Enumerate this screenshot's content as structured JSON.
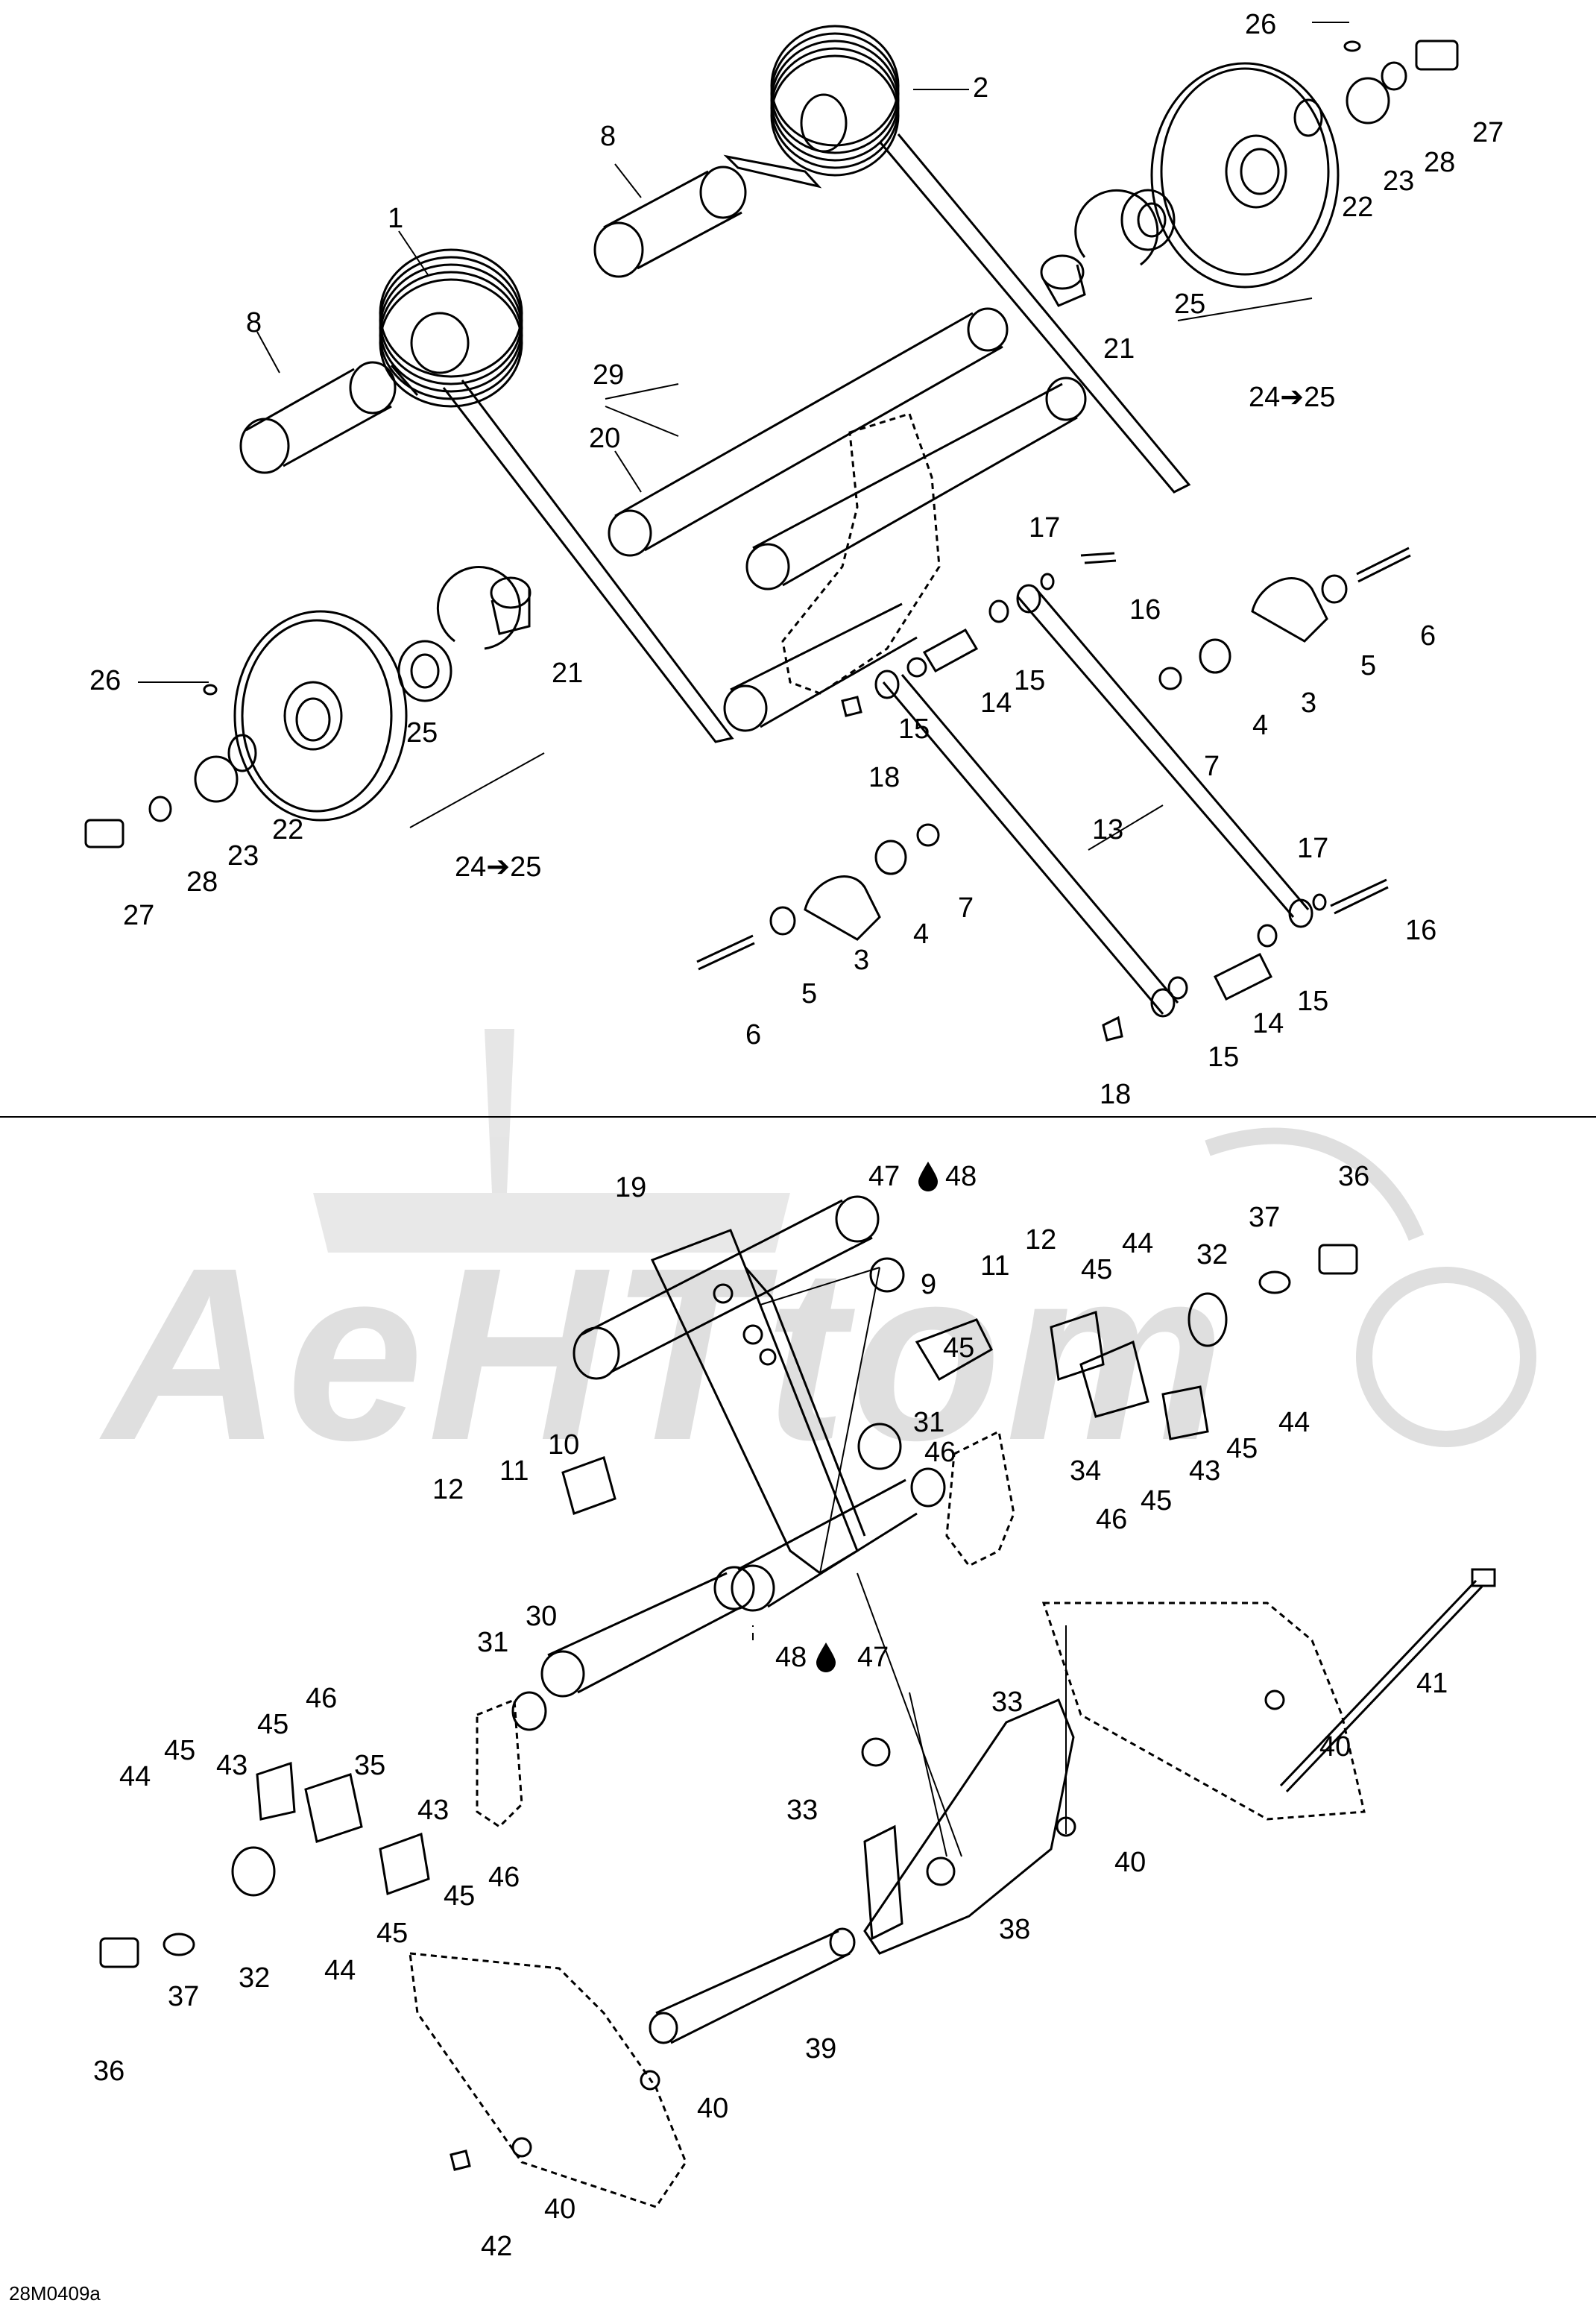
{
  "diagram": {
    "drawing_code": "28M0409a",
    "watermark_text": "AeHTtom",
    "callouts": {
      "n1": "1",
      "n2": "2",
      "n3": "3",
      "n4": "4",
      "n5": "5",
      "n6": "6",
      "n7": "7",
      "n8": "8",
      "n9": "9",
      "n10": "10",
      "n11": "11",
      "n12": "12",
      "n13": "13",
      "n14": "14",
      "n15": "15",
      "n16": "16",
      "n17": "17",
      "n18": "18",
      "n19": "19",
      "n20": "20",
      "n21": "21",
      "n22": "22",
      "n23": "23",
      "n24_25": "24➔25",
      "n25": "25",
      "n26": "26",
      "n27": "27",
      "n28": "28",
      "n29": "29",
      "n30": "30",
      "n31": "31",
      "n32": "32",
      "n33": "33",
      "n34": "34",
      "n35": "35",
      "n36": "36",
      "n37": "37",
      "n38": "38",
      "n39": "39",
      "n40": "40",
      "n41": "41",
      "n42": "42",
      "n43": "43",
      "n44": "44",
      "n45": "45",
      "n46": "46",
      "n47": "47",
      "n48_drop": "48",
      "n48_drop_left": "48"
    },
    "colors": {
      "line": "#000000",
      "watermark": "#d9d9d9",
      "background": "#ffffff"
    }
  }
}
